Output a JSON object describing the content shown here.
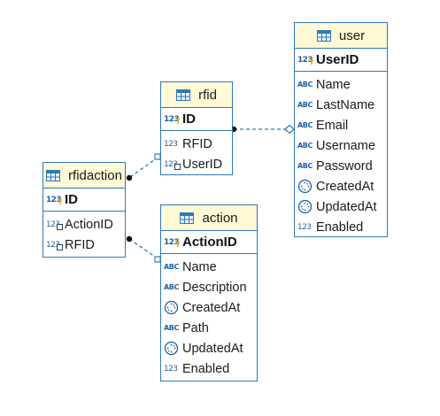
{
  "tables": {
    "user": {
      "name": "user",
      "pk": "UserID",
      "attrs": [
        "Name",
        "LastName",
        "Email",
        "Username",
        "Password",
        "CreatedAt",
        "UpdatedAt",
        "Enabled"
      ]
    },
    "rfid": {
      "name": "rfid",
      "pk": "ID",
      "attrs": [
        "RFID",
        "UserID"
      ]
    },
    "rfidaction": {
      "name": "rfidaction",
      "pk": "ID",
      "attrs": [
        "ActionID",
        "RFID"
      ]
    },
    "action": {
      "name": "action",
      "pk": "ActionID",
      "attrs": [
        "Name",
        "Description",
        "CreatedAt",
        "Path",
        "UpdatedAt",
        "Enabled"
      ]
    }
  },
  "icons": {
    "number_type": "123",
    "text_type": "ABC"
  },
  "colors": {
    "border": "#2f78b7",
    "header_bg": "#fff9d6",
    "connector": "#2f78b7"
  }
}
